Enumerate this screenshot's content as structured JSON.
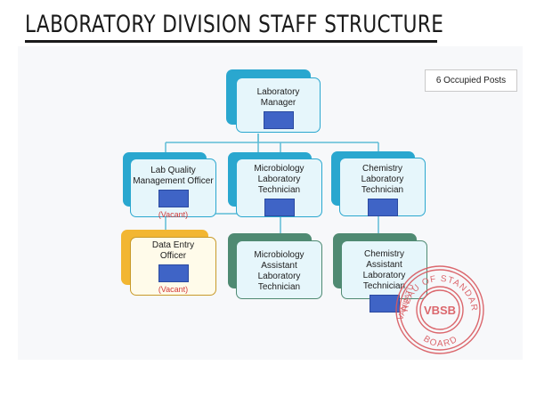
{
  "title": "LABORATORY DIVISION STAFF STRUCTURE",
  "note": "6 Occupied Posts",
  "positions": {
    "manager": {
      "name": "Laboratory Manager",
      "color": "#2aa7cf"
    },
    "lab_quality": {
      "name": "Lab Quality Management Officer",
      "status": "(Vacant)",
      "color": "#2aa7cf"
    },
    "micro_tech": {
      "name": "Microbiology Laboratory Technician",
      "color": "#2aa7cf"
    },
    "chem_tech": {
      "name": "Chemistry Laboratory Technician",
      "color": "#2aa7cf"
    },
    "data_entry": {
      "name": "Data Entry Officer",
      "status": "(Vacant)",
      "color": "#f2b632"
    },
    "micro_assistant": {
      "name": "Microbiology Assistant Laboratory Technician",
      "color": "#4f8a72"
    },
    "chem_assistant": {
      "name": "Chemistry Assistant Laboratory Technician",
      "color": "#4f8a72"
    }
  },
  "stamp": {
    "top_text": "BUREAU OF STANDARDS",
    "left_text": "VANUATU",
    "bottom_text": "BOARD",
    "center_text": "VBSB",
    "color": "#d8585e"
  },
  "colors": {
    "connector": "#5fbcd6",
    "card_fill": "#e6f6fb",
    "card_border": "#2aa7cf",
    "vacant": "#d23a3a"
  }
}
